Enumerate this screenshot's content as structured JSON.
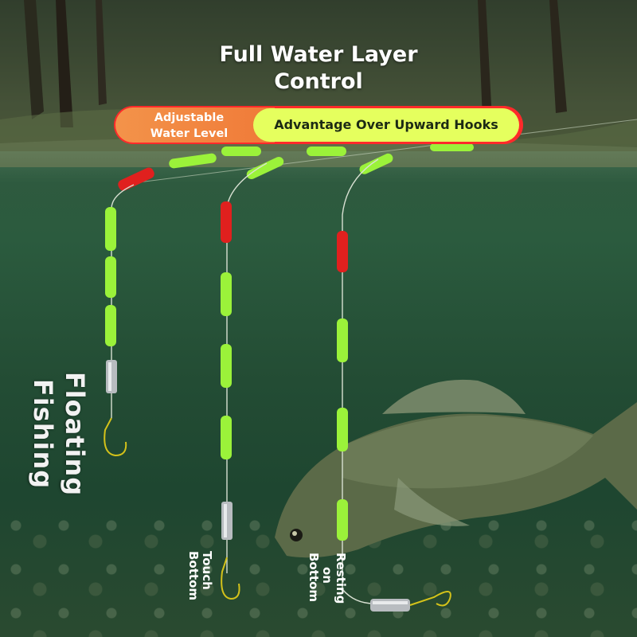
{
  "title": {
    "line1": "Full Water Layer",
    "line2": "Control"
  },
  "badge": {
    "left_line1": "Adjustable",
    "left_line2": "Water Level",
    "right": "Advantage Over Upward Hooks"
  },
  "side_label": "Floating Fishing",
  "rig_labels": {
    "touch_line1": "Touch",
    "touch_line2": "Bottom",
    "resting_line1": "Resting",
    "resting_line2": "on",
    "resting_line3": "Bottom"
  },
  "colors": {
    "bead_green": "#9bf23a",
    "bead_red": "#e0201e",
    "badge_orange": "#f28a42",
    "badge_yellow": "#e5ff5e",
    "badge_red": "#ff2a2a"
  }
}
